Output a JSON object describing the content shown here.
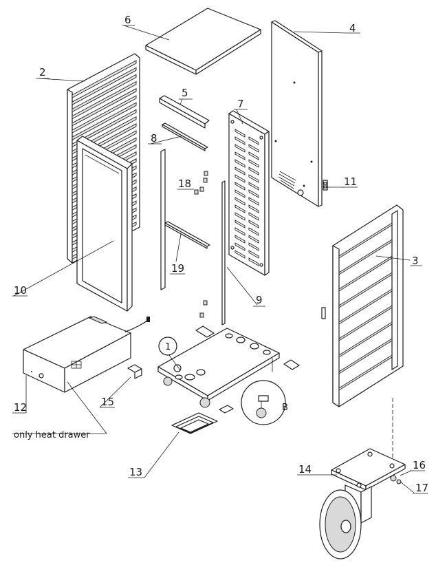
{
  "callouts": [
    {
      "id": "c1",
      "text": "1"
    },
    {
      "id": "c2",
      "text": "2"
    },
    {
      "id": "c3",
      "text": "3"
    },
    {
      "id": "c4",
      "text": "4"
    },
    {
      "id": "c5",
      "text": "5"
    },
    {
      "id": "c6",
      "text": "6"
    },
    {
      "id": "c7",
      "text": "7"
    },
    {
      "id": "c8",
      "text": "8"
    },
    {
      "id": "c9",
      "text": "9"
    },
    {
      "id": "c10",
      "text": "10"
    },
    {
      "id": "c11",
      "text": "11"
    },
    {
      "id": "c12",
      "text": "12"
    },
    {
      "id": "c13",
      "text": "13"
    },
    {
      "id": "c14",
      "text": "14"
    },
    {
      "id": "c15",
      "text": "15"
    },
    {
      "id": "c16",
      "text": "16"
    },
    {
      "id": "c17",
      "text": "17"
    },
    {
      "id": "c18",
      "text": "18"
    },
    {
      "id": "c19",
      "text": "19"
    }
  ],
  "notes": {
    "heat_drawer": "only heat drawer",
    "detail_b": "B"
  }
}
